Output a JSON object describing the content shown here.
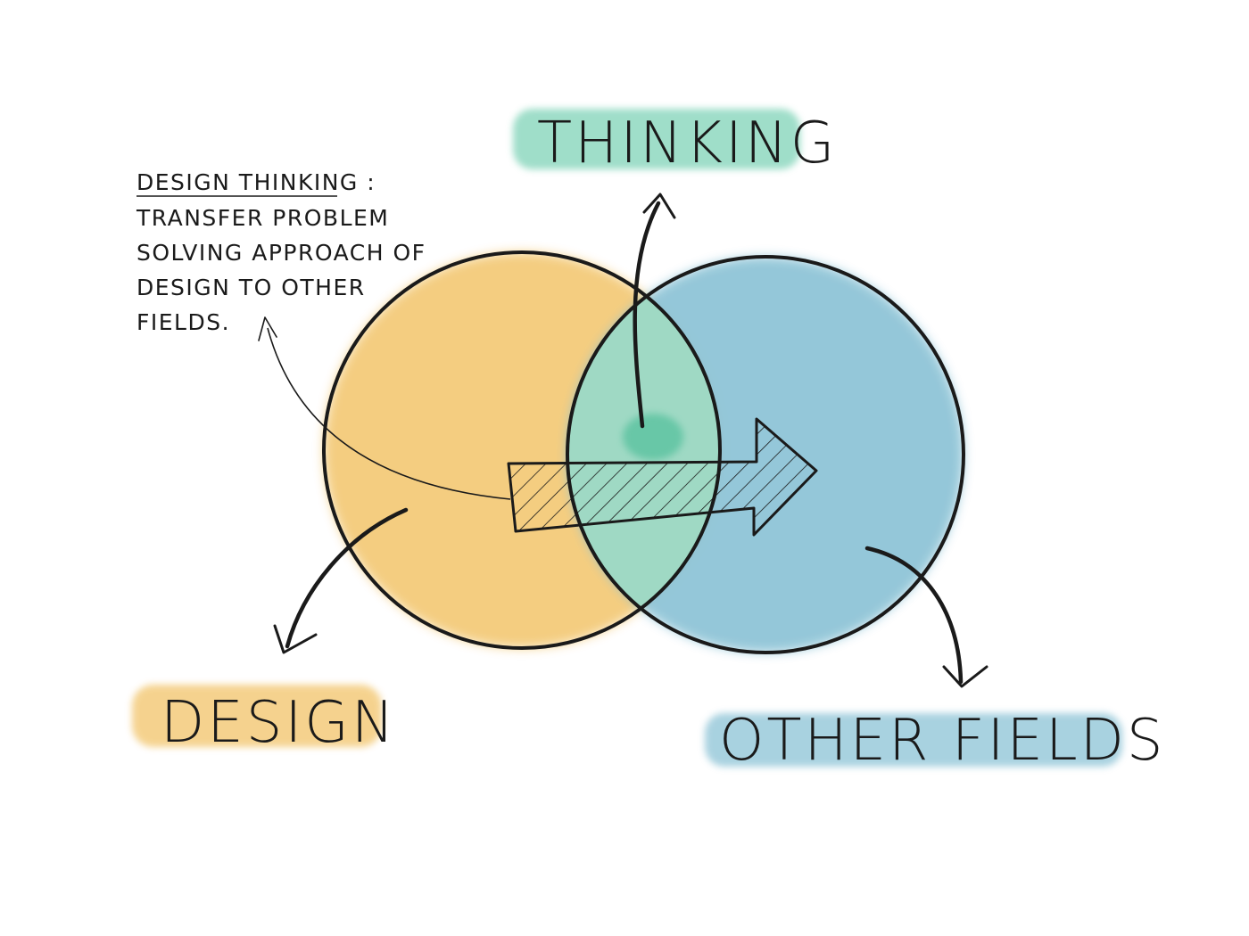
{
  "diagram": {
    "note": {
      "heading": "DESIGN THINKING :",
      "lines": [
        "TRANSFER PROBLEM",
        "SOLVING APPROACH OF",
        "DESIGN TO OTHER",
        "FIELDS."
      ]
    },
    "labels": {
      "thinking": "THINKING",
      "design": "DESIGN",
      "other_fields": "OTHER FIELDS"
    },
    "colors": {
      "design": "#f3c873",
      "other_fields": "#8cc3d6",
      "thinking": "#7fd3b7",
      "overlap": "#9fd9c4",
      "ink": "#1a1a1a"
    }
  }
}
